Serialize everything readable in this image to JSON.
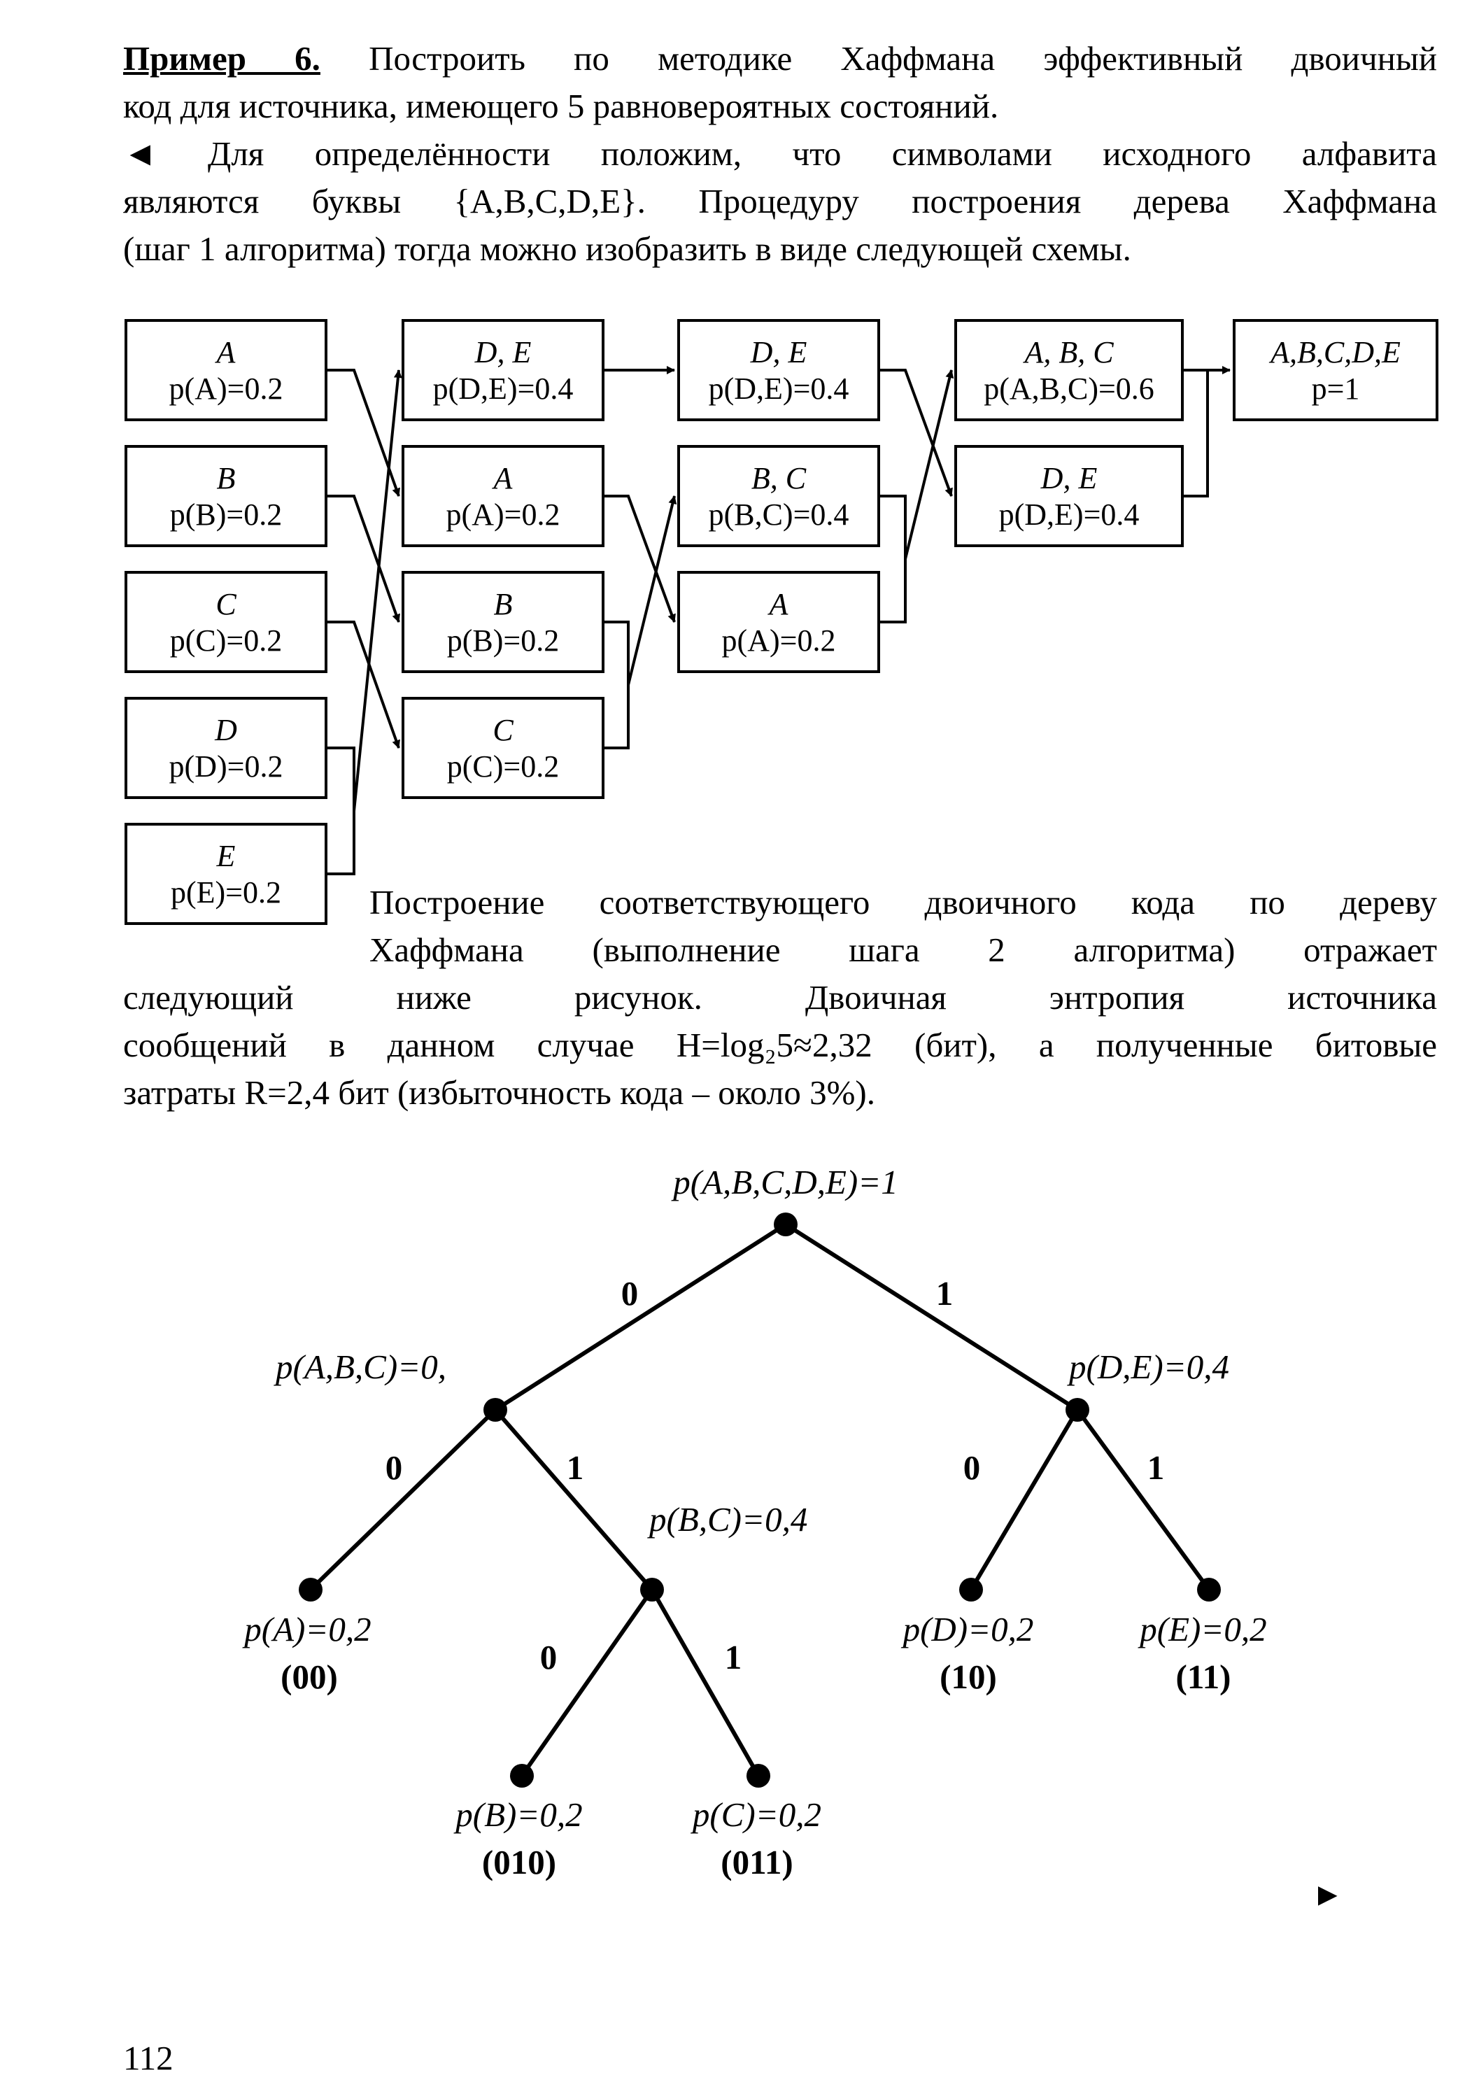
{
  "page": {
    "intro_lines": [
      "Построить по методике Хаффмана эффективный двоичный",
      "код для источника, имеющего 5 равновероятных состояний.",
      "Для определённости положим, что символами исходного алфавита",
      "являются буквы {A,B,C,D,E}. Процедуру построения дерева Хаффмана",
      "(шаг 1 алгоритма) тогда можно изобразить в виде следующей схемы."
    ],
    "example_label": "Пример 6.",
    "start_mark": "◄",
    "end_mark": "►",
    "mid_lines": [
      "Построение соответствующего двоичного кода по дереву",
      "Хаффмана (выполнение шага 2 алгоритма) отражает",
      "следующий ниже рисунок. Двоичная энтропия источника",
      "сообщений в данном случае H=log₂5≈2,32 (бит), а полученные битовые",
      "затраты R=2,4 бит (избыточность кода – около 3%)."
    ],
    "page_number": "112"
  },
  "scheme": {
    "col1": [
      {
        "sym": "A",
        "prob": "p(A)=0.2"
      },
      {
        "sym": "B",
        "prob": "p(B)=0.2"
      },
      {
        "sym": "C",
        "prob": "p(C)=0.2"
      },
      {
        "sym": "D",
        "prob": "p(D)=0.2"
      },
      {
        "sym": "E",
        "prob": "p(E)=0.2"
      }
    ],
    "col2": [
      {
        "sym": "D, E",
        "prob": "p(D,E)=0.4"
      },
      {
        "sym": "A",
        "prob": "p(A)=0.2"
      },
      {
        "sym": "B",
        "prob": "p(B)=0.2"
      },
      {
        "sym": "C",
        "prob": "p(C)=0.2"
      }
    ],
    "col3": [
      {
        "sym": "D, E",
        "prob": "p(D,E)=0.4"
      },
      {
        "sym": "B, C",
        "prob": "p(B,C)=0.4"
      },
      {
        "sym": "A",
        "prob": "p(A)=0.2"
      }
    ],
    "col4": [
      {
        "sym": "A, B, C",
        "prob": "p(A,B,C)=0.6"
      },
      {
        "sym": "D, E",
        "prob": "p(D,E)=0.4"
      }
    ],
    "col5": [
      {
        "sym": "A,B,C,D,E",
        "prob": "p=1"
      }
    ]
  },
  "tree": {
    "root": "p(A,B,C,D,E)=1",
    "abc": "p(A,B,C)=0,",
    "de": "p(D,E)=0,4",
    "bc": "p(B,C)=0,4",
    "leaf_a": "p(A)=0,2",
    "leaf_b": "p(B)=0,2",
    "leaf_c": "p(C)=0,2",
    "leaf_d": "p(D)=0,2",
    "leaf_e": "p(E)=0,2",
    "code_a": "(00)",
    "code_b": "(010)",
    "code_c": "(011)",
    "code_d": "(10)",
    "code_e": "(11)",
    "bit0": "0",
    "bit1": "1"
  }
}
